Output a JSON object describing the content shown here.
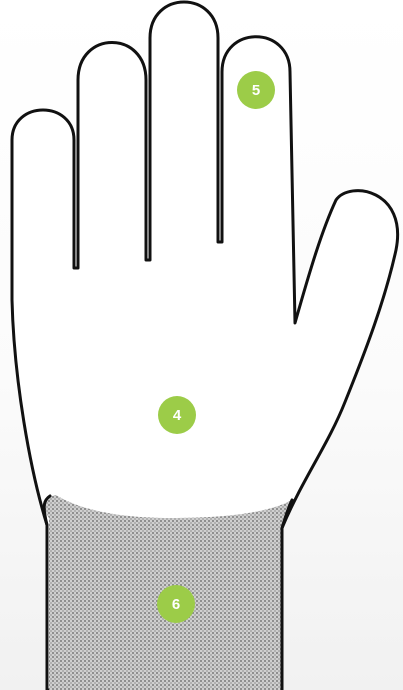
{
  "colors": {
    "outline": "#111111",
    "glove_fill": "#ffffff",
    "cuff_knit_base": "#cfcfcf",
    "cuff_knit_dot": "#8f8f8f",
    "marker_fill": "#9ccc48",
    "marker_text": "#ffffff"
  },
  "markers": [
    {
      "label": "5",
      "part": "fingertip"
    },
    {
      "label": "4",
      "part": "palm"
    },
    {
      "label": "6",
      "part": "cuff"
    }
  ]
}
